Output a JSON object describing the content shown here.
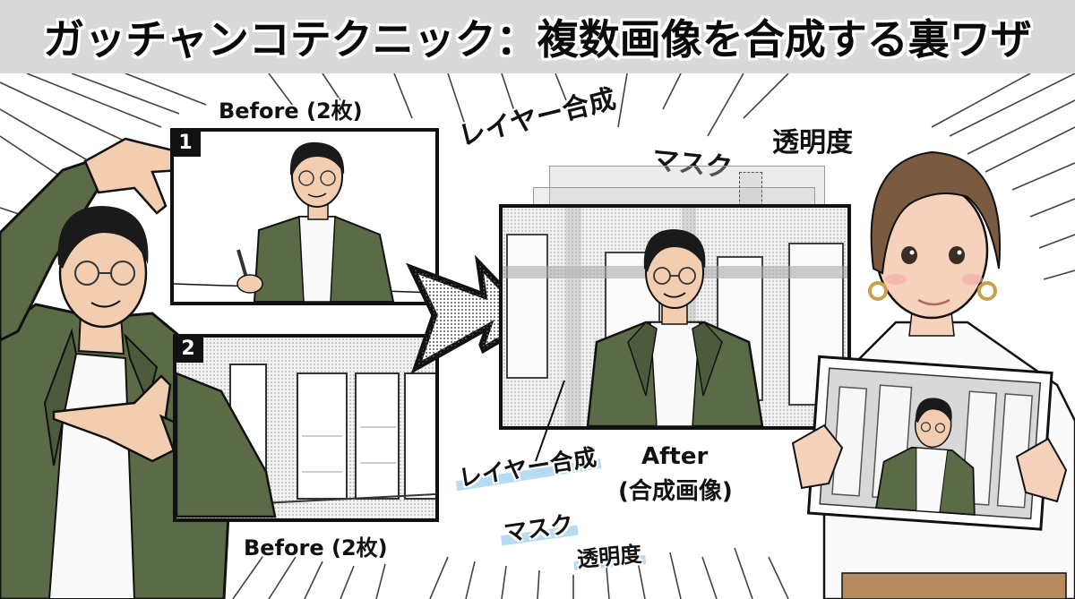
{
  "banner": {
    "title": "ガッチャンコテクニック：複数画像を合成する裏ワザ",
    "background": "#d9d9d9"
  },
  "before_section": {
    "label_top": "Before (2枚)",
    "label_bottom": "Before (2枚)",
    "panels": [
      {
        "number": "1",
        "description": "man in green jacket writing at desk"
      },
      {
        "number": "2",
        "description": "window background scene"
      }
    ]
  },
  "arrow": {
    "icon": "right-arrow-icon"
  },
  "technique_labels_top": {
    "layer": "レイヤー合成",
    "mask": "マスク",
    "opacity": "透明度"
  },
  "after_section": {
    "label_line1": "After",
    "label_line2": "(合成画像)",
    "description": "composited image: man in front of window background"
  },
  "technique_labels_bottom": {
    "layer": "レイヤー合成",
    "mask": "マスク",
    "opacity": "透明度",
    "highlight_color": "#b5dcf2"
  },
  "characters": {
    "left": "man with glasses in green jacket making frame gesture",
    "right": "short-haired woman holding composited photo"
  },
  "colors": {
    "jacket_green": "#5c6b47",
    "skin": "#f3cdb0",
    "hair_dark": "#1a1a1a",
    "hair_brown": "#7a5a40"
  }
}
